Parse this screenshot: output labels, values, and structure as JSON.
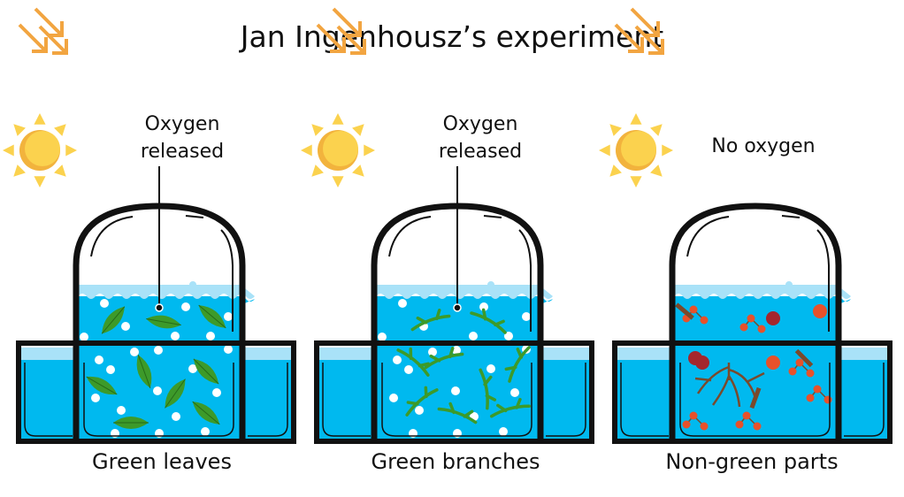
{
  "title": "Jan Ingenhousz’s experiment",
  "panels": [
    {
      "annotation_line1": "Oxygen",
      "annotation_line2": "released",
      "caption": "Green leaves",
      "contents": "leaves",
      "pointer": true
    },
    {
      "annotation_line1": "Oxygen",
      "annotation_line2": "released",
      "caption": "Green branches",
      "contents": "branches",
      "pointer": true
    },
    {
      "annotation_line1": "No oxygen",
      "annotation_line2": "",
      "caption": "Non-green parts",
      "contents": "non-green",
      "pointer": false
    }
  ],
  "colors": {
    "water": "#00b9ef",
    "water_light": "#a9e2f8",
    "sun": "#fbd24e",
    "sun_shade": "#f2b33d",
    "arrow": "#f2a541",
    "leaf": "#3d9a2a",
    "berry": "#e8512a",
    "root": "#7a4a2c",
    "outline": "#111111"
  }
}
